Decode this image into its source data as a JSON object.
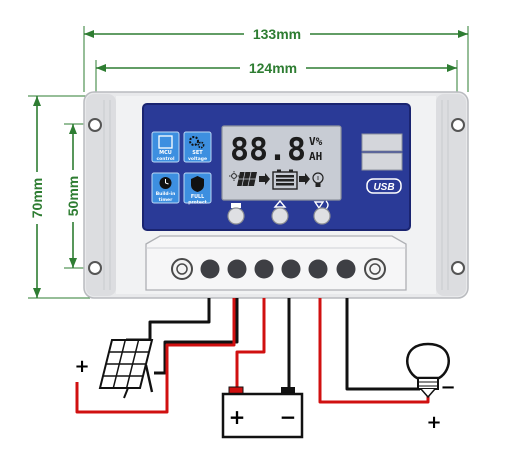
{
  "dimensions": {
    "width_outer": "133mm",
    "width_inner": "124mm",
    "height_outer": "70mm",
    "height_inner": "50mm"
  },
  "lcd": {
    "digits": "88.8",
    "unit_top": "V%",
    "unit_bottom": "AH"
  },
  "panel_icons": [
    {
      "name": "mcu-control-icon",
      "label_1": "MCU",
      "label_2": "control"
    },
    {
      "name": "set-voltage-icon",
      "label_1": "SET",
      "label_2": "voltage"
    },
    {
      "name": "build-in-timer-icon",
      "label_1": "Build-in",
      "label_2": "timer"
    },
    {
      "name": "full-protect-icon",
      "label_1": "FULL",
      "label_2": "protect"
    }
  ],
  "usb_label": "USB",
  "polarity": {
    "panel_plus": "+",
    "battery_plus": "+",
    "battery_minus": "−",
    "lamp_minus": "−",
    "lamp_plus": "+"
  },
  "colors": {
    "dimension_green": "#2e7d32",
    "panel_blue": "#2a3a97",
    "lcd_bg": "#c8ccd4",
    "wire_red": "#d01010",
    "wire_black": "#111111",
    "battery_red": "#d01010"
  }
}
